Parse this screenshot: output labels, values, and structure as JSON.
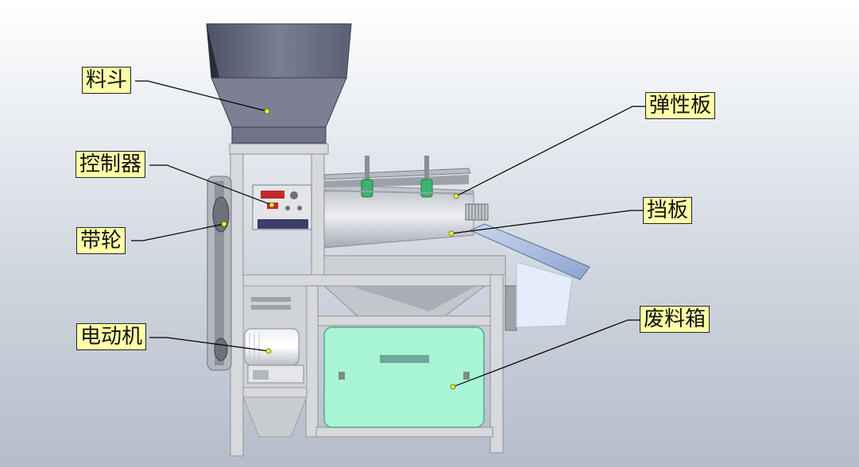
{
  "labels": {
    "hopper": "料斗",
    "controller": "控制器",
    "pulley": "带轮",
    "motor": "电动机",
    "elastic_plate": "弹性板",
    "baffle": "挡板",
    "waste_box": "废料箱"
  },
  "colors": {
    "frame": "#d4d6d9",
    "hopper": "#6e7285",
    "waste_box": "#a8f5d6",
    "label_bg": "#ffffa8",
    "leader_dot": "#ffff00",
    "spring": "#3cb371"
  }
}
